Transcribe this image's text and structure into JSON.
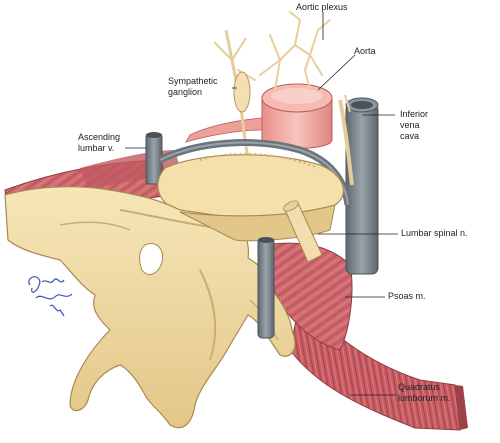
{
  "labels": {
    "aortic_plexus": "Aortic plexus",
    "aorta": "Aorta",
    "sympathetic_ganglion": [
      "Sympathetic",
      "ganglion"
    ],
    "inferior_vena_cava": [
      "Inferior",
      "vena",
      "cava"
    ],
    "ascending_lumbar_v": [
      "Ascending",
      "lumbar v."
    ],
    "lumbar_spinal_n": "Lumbar spinal n.",
    "psoas_m": "Psoas m.",
    "quadratus_lumborum_m": [
      "Quadratus",
      "lumborum m."
    ]
  },
  "signature": "Garry Welch MD",
  "colors": {
    "bone": "#f0dca6",
    "bone_shadow": "#c9ae72",
    "muscle": "#cf6b6f",
    "muscle_dark": "#a9474d",
    "vein": "#7f8890",
    "artery": "#f2a8a3",
    "nerve": "#f3dcae",
    "signature": "#3c50b4"
  }
}
